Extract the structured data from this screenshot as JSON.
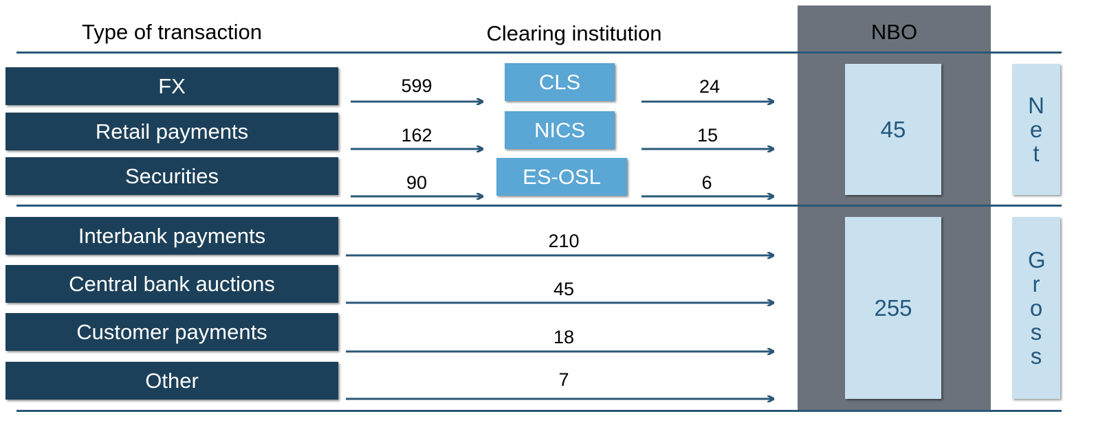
{
  "headers": {
    "type_of_transaction": "Type of transaction",
    "clearing_institution": "Clearing institution",
    "nbo": "NBO"
  },
  "net_rows": [
    {
      "type": "FX",
      "clearing": "CLS",
      "to_clearing": "599",
      "to_nbo": "24"
    },
    {
      "type": "Retail payments",
      "clearing": "NICS",
      "to_clearing": "162",
      "to_nbo": "15"
    },
    {
      "type": "Securities",
      "clearing": "ES-OSL",
      "to_clearing": "90",
      "to_nbo": "6"
    }
  ],
  "gross_rows": [
    {
      "type": "Interbank payments",
      "to_nbo": "210"
    },
    {
      "type": "Central bank auctions",
      "to_nbo": "45"
    },
    {
      "type": "Customer payments",
      "to_nbo": "18"
    },
    {
      "type": "Other",
      "to_nbo": "7"
    }
  ],
  "nbo_totals": {
    "net": "45",
    "gross": "255"
  },
  "side_labels": {
    "net": "Net",
    "gross": "Gross"
  },
  "colors": {
    "type_box": "#1c4059",
    "clearing_box": "#5aa6d4",
    "nbo_box": "#c9e1ef",
    "nbo_column": "#6c727c",
    "arrow": "#2a5878"
  }
}
